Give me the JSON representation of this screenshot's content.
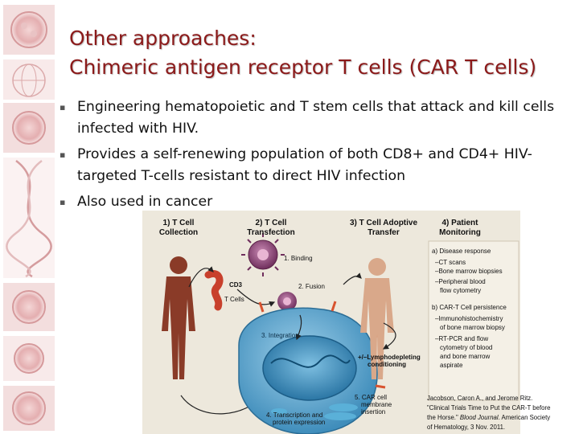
{
  "slide": {
    "title_line1": "Other approaches:",
    "title_line2": "Chimeric antigen receptor T cells (CAR T cells)",
    "bullets": [
      "Engineering hematopoietic and T stem cells that attack and kill cells infected with HIV.",
      "Provides a self-renewing population of both CD8+ and CD4+ HIV-targeted T-cells resistant to direct HIV infection",
      "Also used in cancer"
    ],
    "bullet_marker": "▪"
  },
  "figure": {
    "steps": [
      "1) T Cell Collection",
      "2) T Cell Transfection",
      "3) T Cell Adoptive Transfer",
      "4) Patient Monitoring"
    ],
    "labels": {
      "cd3": "CD3",
      "t_cells": "T Cells",
      "binding": "1. Binding",
      "fusion": "2. Fusion",
      "integration": "3. Integration",
      "transcription_line1": "4. Transcription and",
      "transcription_line2": "protein expression",
      "car_line1": "5. CAR cell",
      "car_line2": "membrane",
      "car_line3": "insertion",
      "lympho_line1": "+/–Lymphodepleting",
      "lympho_line2": "conditioning"
    },
    "monitoring": {
      "disease_head": "a) Disease response",
      "disease_items": [
        "–CT scans",
        "–Bone marrow biopsies",
        "–Peripheral blood",
        "flow cytometry"
      ],
      "persistence_head": "b) CAR-T Cell persistence",
      "persistence_items": [
        "–Immunohistochemistry",
        "of bone marrow biopsy",
        "–RT-PCR and flow",
        "cytometry of blood",
        "and bone marrow",
        "aspirate"
      ]
    }
  },
  "citation": {
    "line1": "Jacobson, Caron A., and Jerome Ritz.",
    "line2": "\"Clinical Trials Time to Put the CAR-T before",
    "line3_plain": "the Horse.\"",
    "line3_italic": "Blood Journal",
    "line3_rest": ". American Society",
    "line4": "of Hematology, 3 Nov. 2011."
  },
  "colors": {
    "title": "#8b1a1a",
    "figure_bg": "#ede8dc",
    "human_left": "#8a3b28",
    "human_right": "#d9a88a",
    "cell": "#4f9fc8",
    "nucleus": "#2c7fb0",
    "virus": "#7e3a68",
    "tcell_strip": "#c8402c"
  }
}
